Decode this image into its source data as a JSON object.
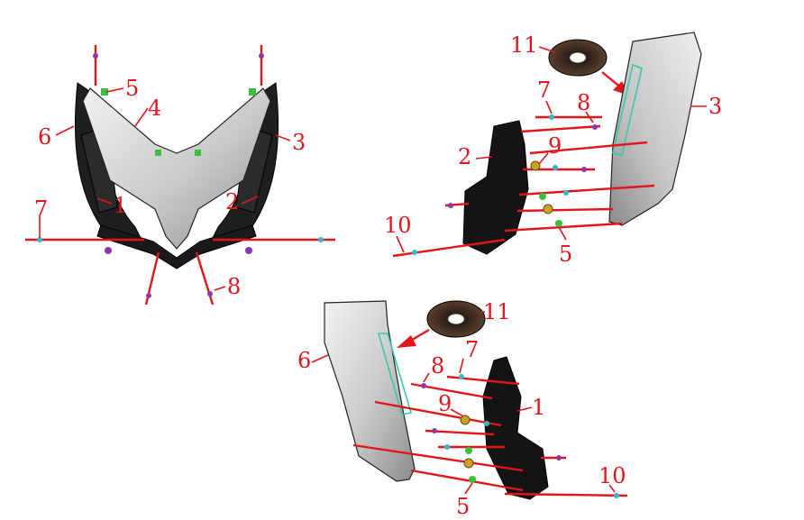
{
  "diagram": {
    "palette": {
      "callout": "#e0161b",
      "fastener_line": "#e0161b",
      "panel_light": "#d9d9d9",
      "panel_dark": "#1c1c1c",
      "seal_outline": "#39c9a8",
      "fastener_cyan": "#36b6c7",
      "fastener_purple": "#8a3aa8",
      "grommet_green": "#3cbf3c",
      "nut_gold": "#c9a227",
      "tape_brown": "#5a4030"
    },
    "views": [
      {
        "name": "front-assembly",
        "callouts": [
          "5",
          "4",
          "6",
          "3",
          "1",
          "2",
          "7",
          "8"
        ]
      },
      {
        "name": "right-side-exploded",
        "callouts": [
          "11",
          "3",
          "7",
          "8",
          "2",
          "9",
          "10",
          "5"
        ]
      },
      {
        "name": "left-side-exploded",
        "callouts": [
          "11",
          "6",
          "7",
          "8",
          "9",
          "1",
          "5",
          "10"
        ]
      }
    ]
  }
}
